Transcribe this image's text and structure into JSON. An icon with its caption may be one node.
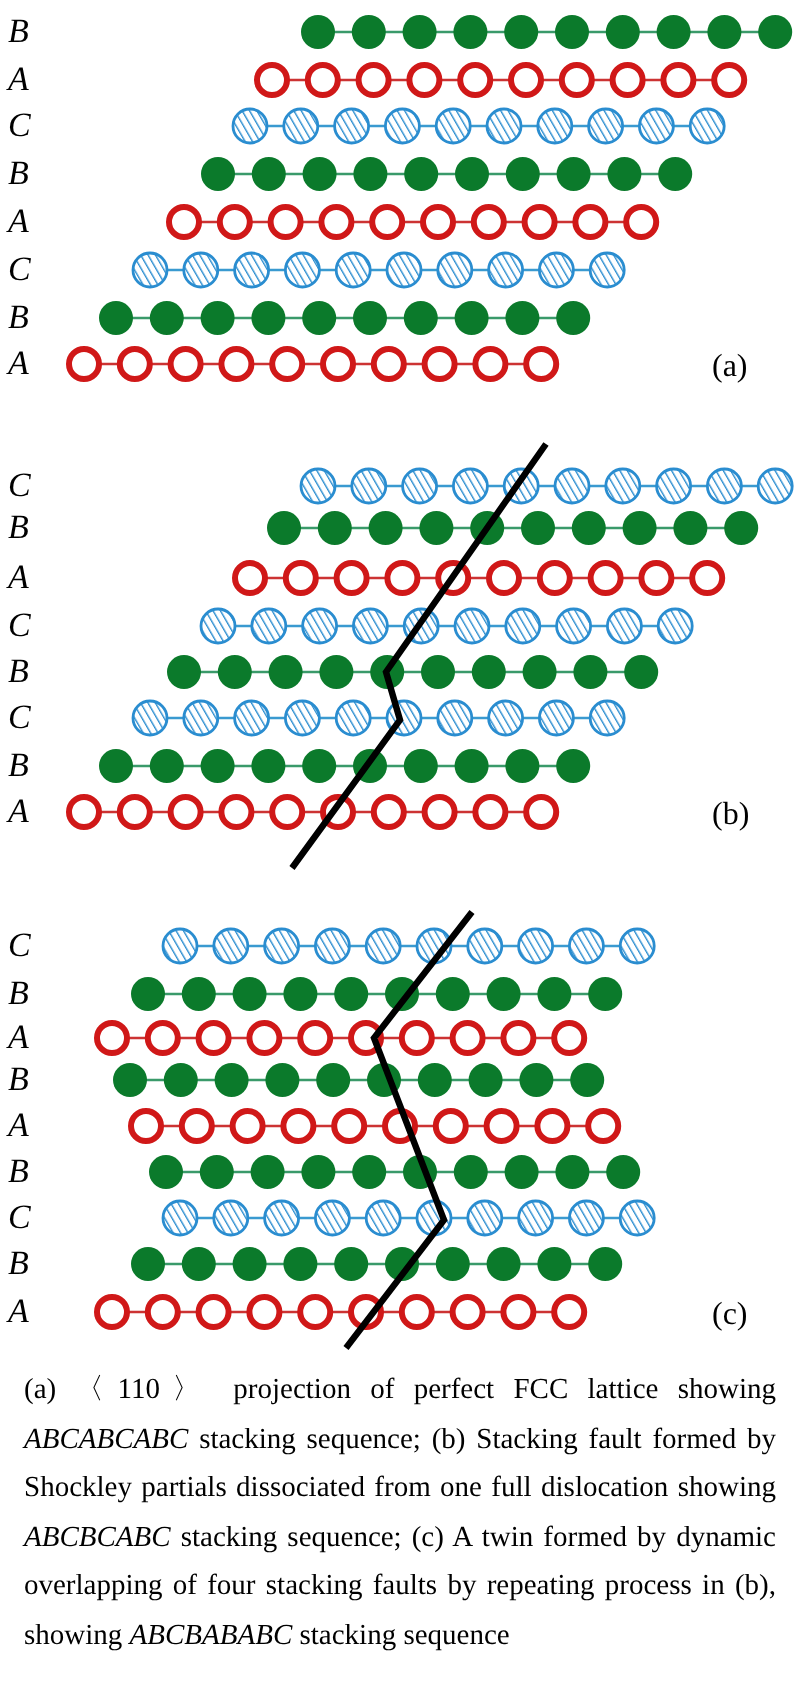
{
  "diagram": {
    "caption": "(a) 〈110〉 projection of perfect FCC lattice showing *ABCABCABC* stacking sequence; (b) Stacking fault formed by Shockley partials dissociated from one full dislocation showing *ABCBCABC* stacking sequence; (c) A twin formed by dynamic overlapping of four stacking faults by repeating process in (b), showing *ABCBABABC* stacking sequence",
    "labels": [
      "B",
      "A",
      "C",
      "B",
      "A",
      "C",
      "B",
      "A",
      "(a)",
      "C",
      "B",
      "A",
      "C",
      "B",
      "C",
      "B",
      "A",
      "(b)",
      "C",
      "B",
      "A",
      "B",
      "A",
      "B",
      "C",
      "B",
      "A",
      "(c)"
    ]
  }
}
